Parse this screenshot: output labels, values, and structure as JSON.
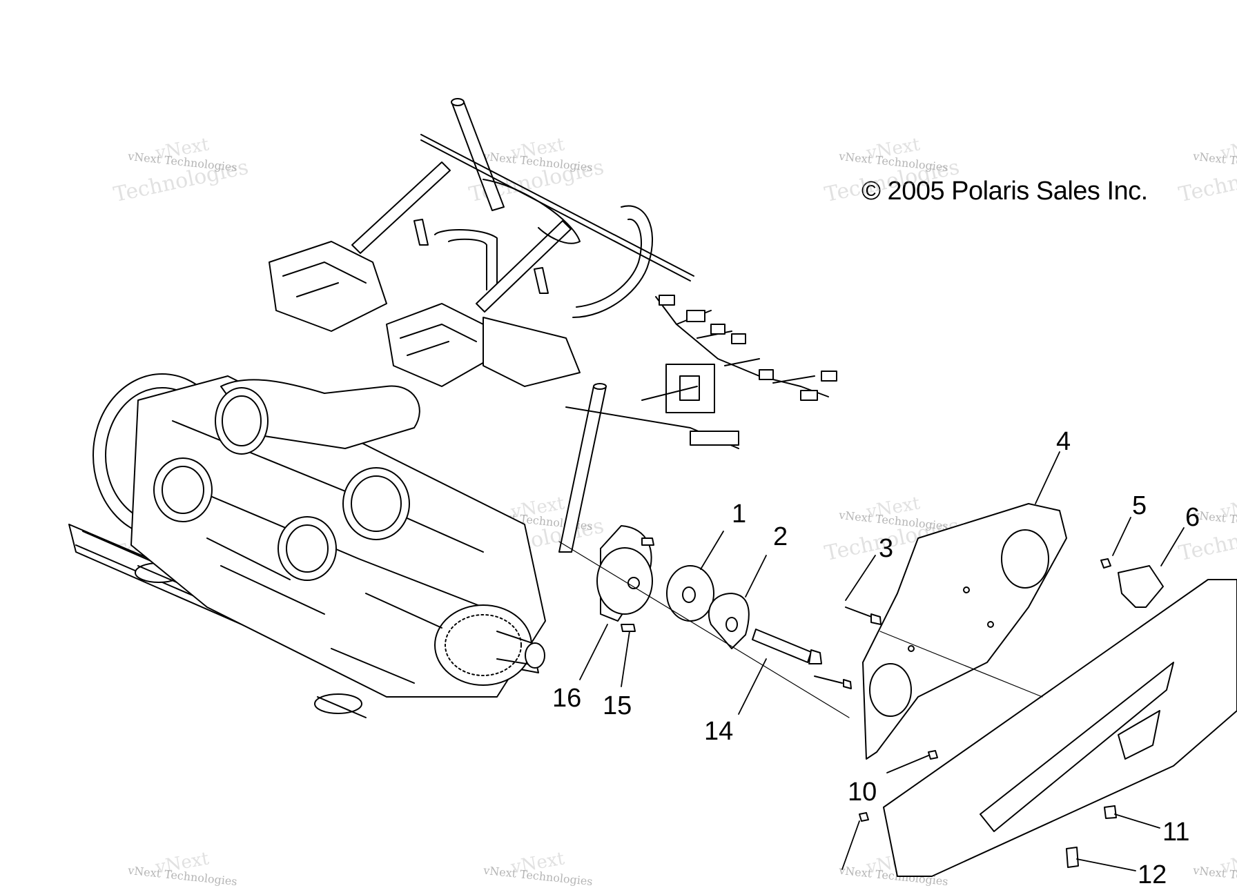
{
  "copyright": "© 2005 Polaris Sales Inc.",
  "watermark": {
    "brand": "vNext",
    "line": "vNext Technologies",
    "word": "Technologies"
  },
  "callouts": {
    "c1": "1",
    "c2": "2",
    "c3": "3",
    "c4": "4",
    "c5": "5",
    "c6": "6",
    "c10": "10",
    "c11": "11",
    "c12": "12",
    "c14": "14",
    "c15": "15",
    "c16": "16"
  }
}
